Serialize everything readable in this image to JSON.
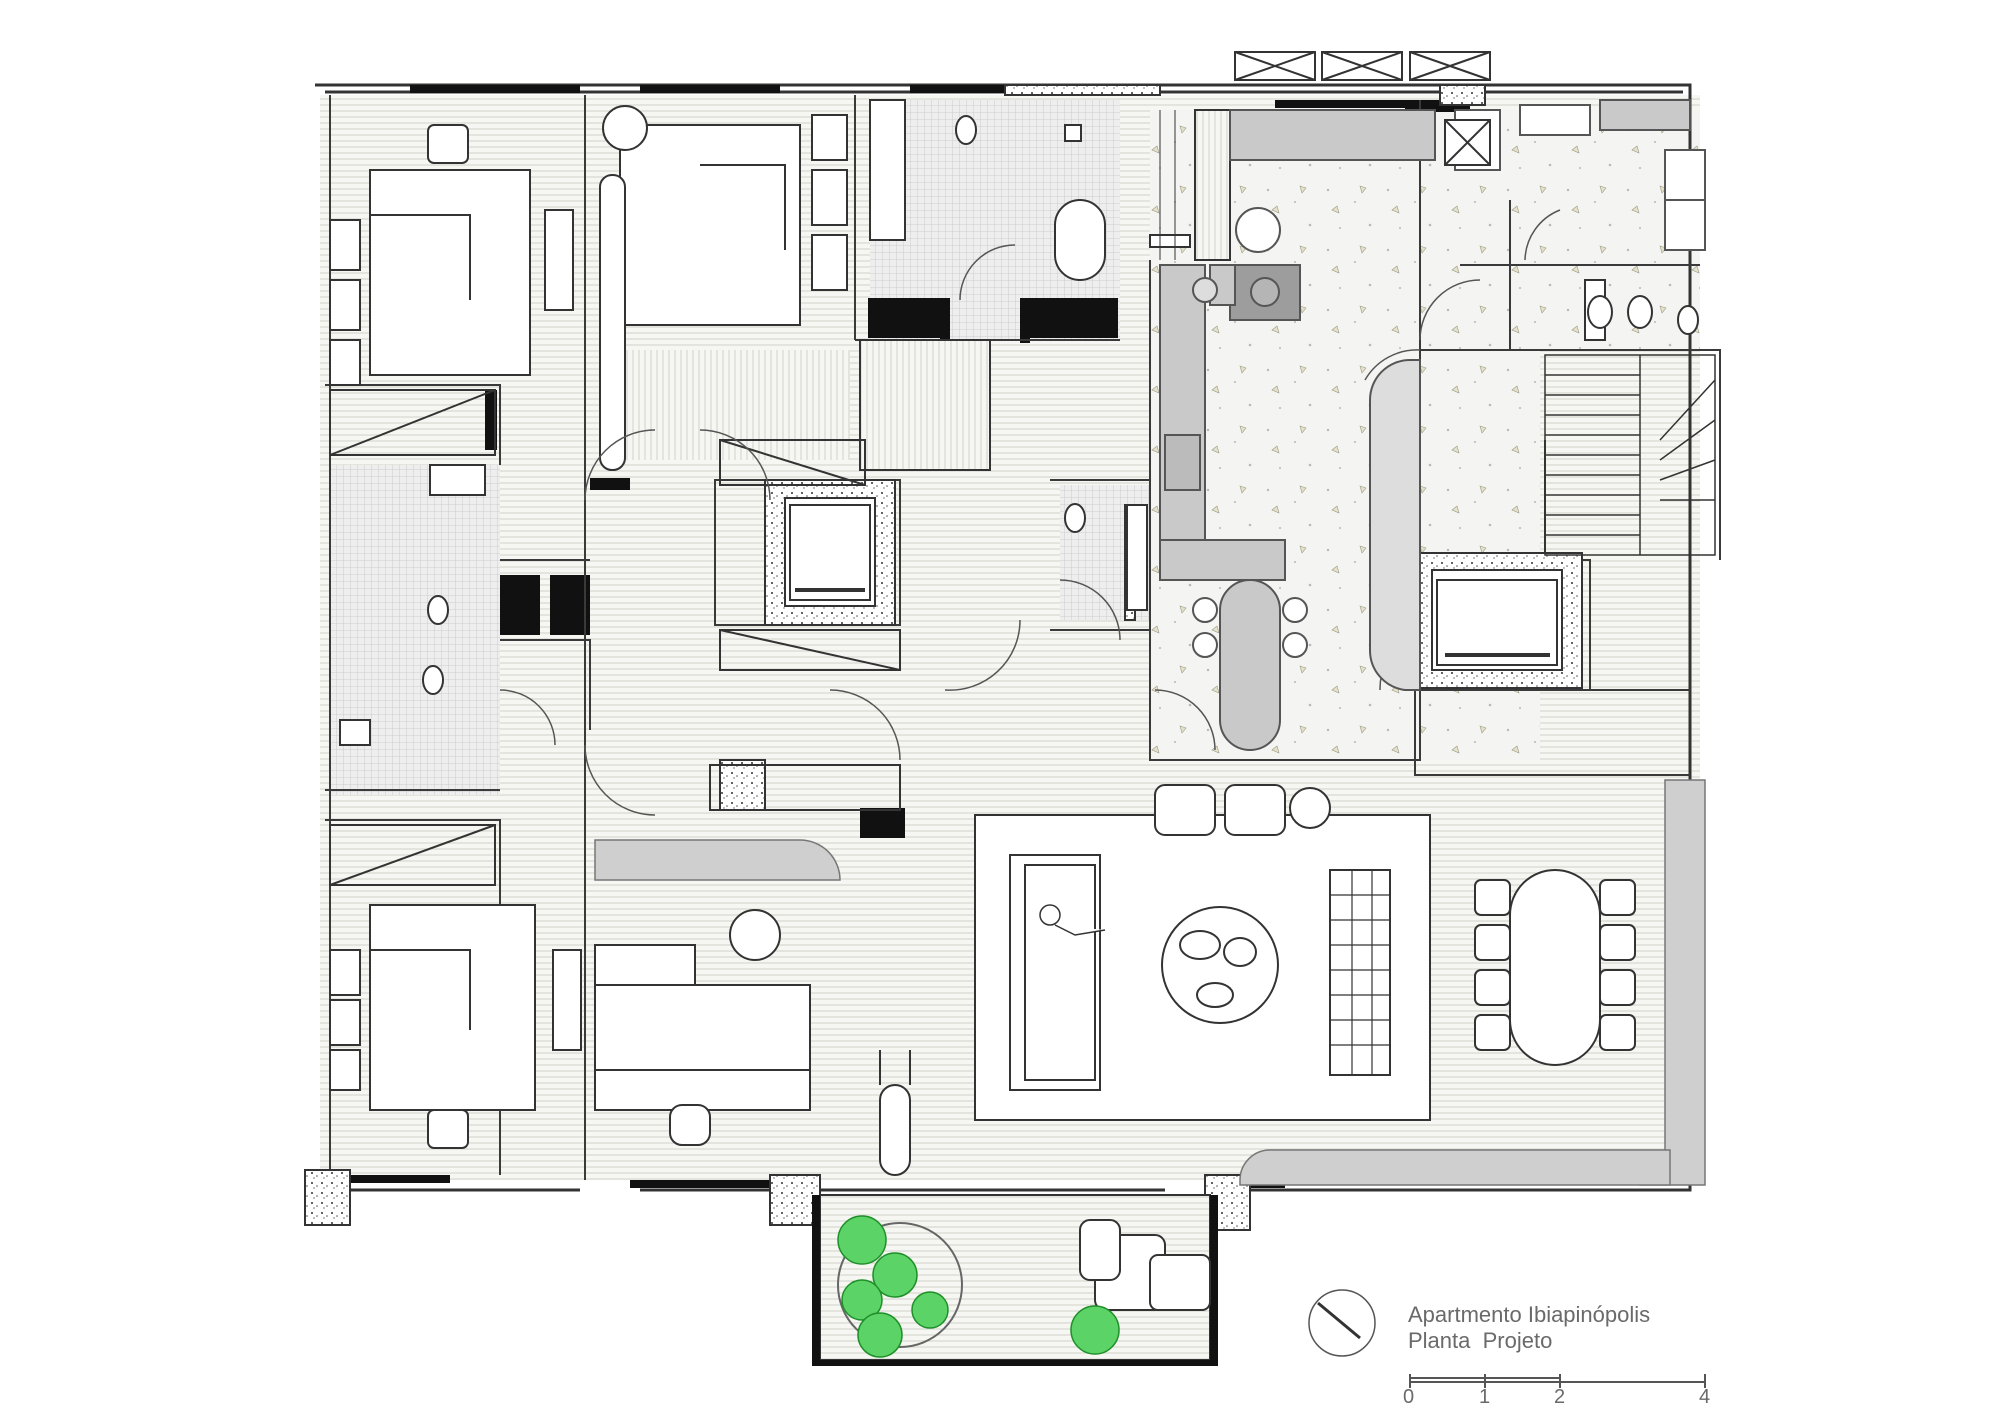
{
  "project": {
    "title": "Apartmento Ibiapinópolis",
    "subtitle": "Planta  Projeto"
  },
  "scale_bar": {
    "labels": [
      "0",
      "1",
      "2",
      "4"
    ]
  },
  "icons": {
    "north": "north-arrow-icon"
  },
  "colors": {
    "wall": "#111111",
    "line": "#3a3a3a",
    "floor_wood": "#f1f1ec",
    "floor_tile": "#e9e9e9",
    "counter": "#c9c9c9",
    "plant": "#2fbf3a",
    "text": "#6a6a6a"
  }
}
